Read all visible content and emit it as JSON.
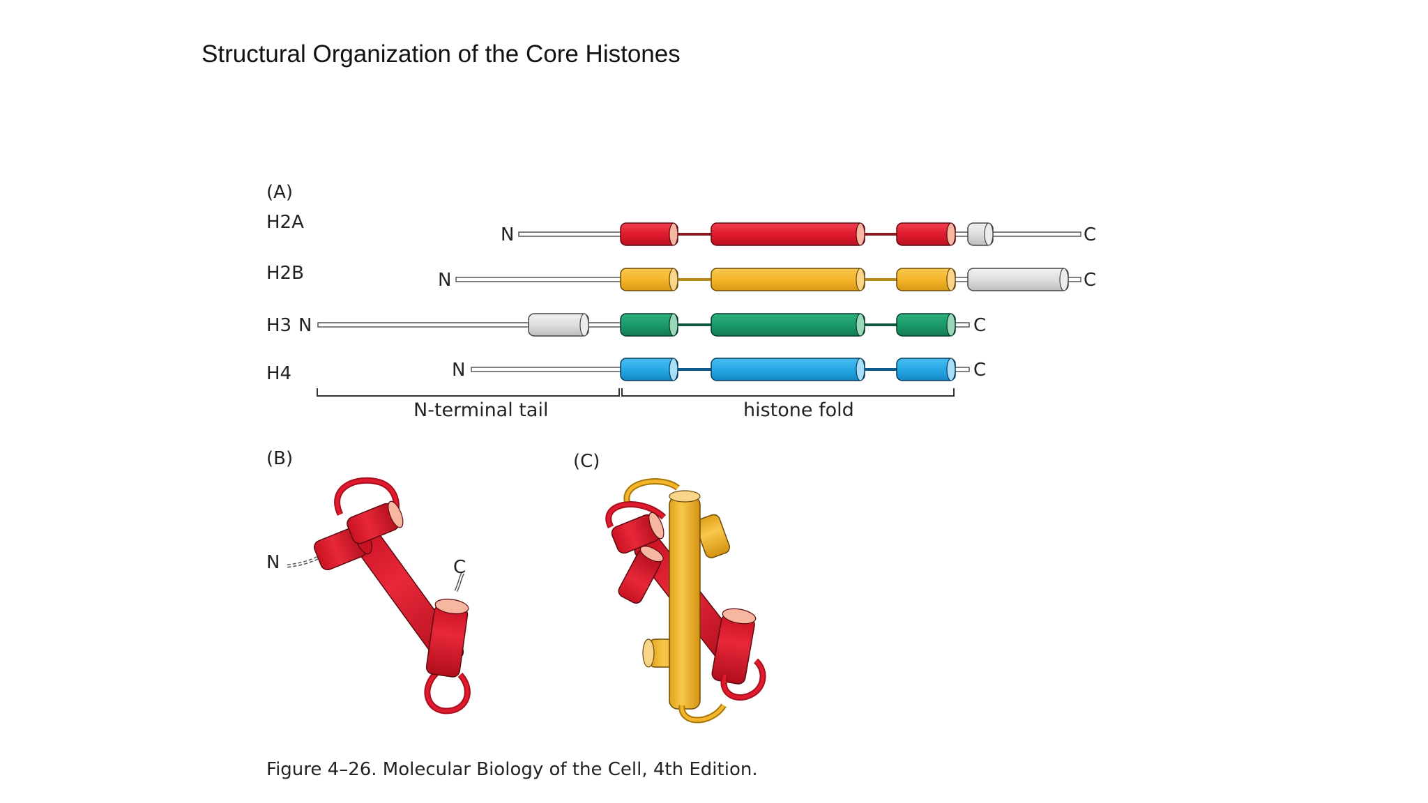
{
  "slide": {
    "title": "Structural Organization of the Core Histones"
  },
  "figure": {
    "panel_a_label": "(A)",
    "panel_b_label": "(B)",
    "panel_c_label": "(C)",
    "rows": [
      {
        "name": "H2A",
        "n": "N",
        "c": "C"
      },
      {
        "name": "H2B",
        "n": "N",
        "c": "C"
      },
      {
        "name": "H3",
        "n": "N",
        "c": "C"
      },
      {
        "name": "H4",
        "n": "N",
        "c": "C"
      }
    ],
    "bracket_labels": {
      "tail": "N-terminal tail",
      "fold": "histone fold"
    },
    "panel_b_n": "N",
    "panel_b_c": "C",
    "caption": "Figure 4–26. Molecular Biology of the Cell, 4th Edition."
  },
  "colors": {
    "red": "#e01a2e",
    "yellow": "#f4b52a",
    "green": "#1b9a6a",
    "blue": "#27a9e6",
    "gray": "#dedede",
    "cap": "#f7b6a0"
  }
}
